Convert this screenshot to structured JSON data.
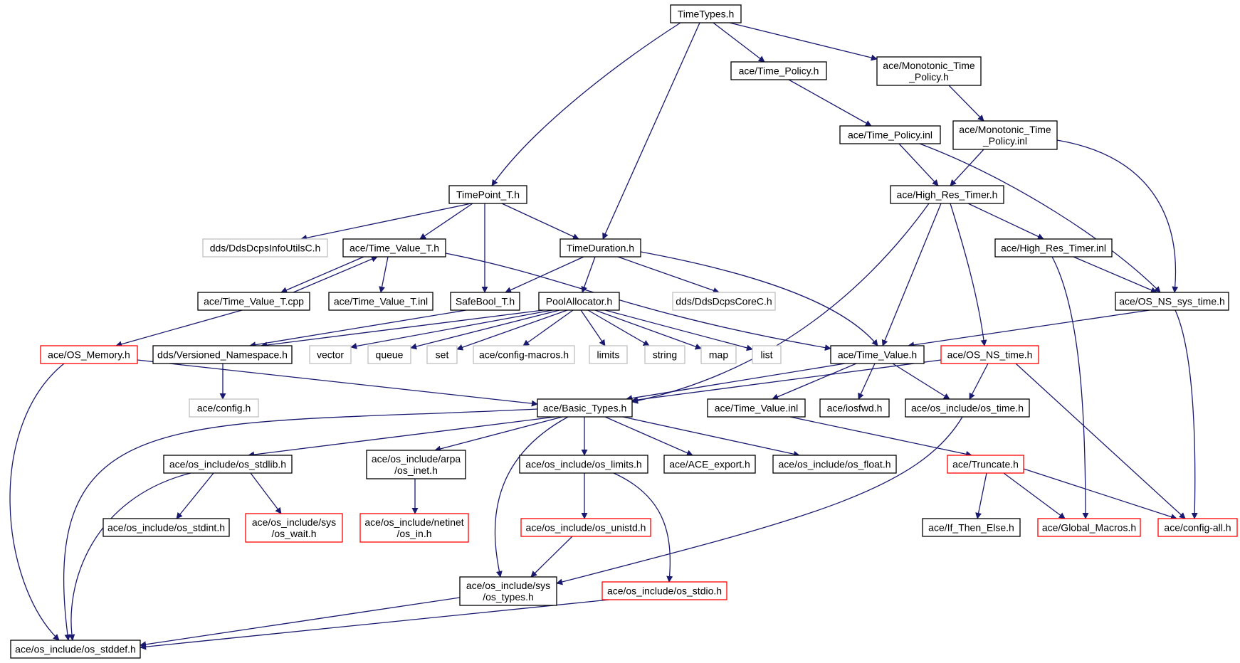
{
  "colors": {
    "edge": "#191970",
    "border_normal": "#000000",
    "border_truncated": "#ff0000",
    "border_external": "#bfbfbf",
    "root_fill": "#bfbfbf",
    "background": "#ffffff"
  },
  "graph": {
    "root": "TimeTypes.h",
    "nodes": [
      {
        "id": "TimeTypes.h",
        "lines": [
          "TimeTypes.h"
        ],
        "kind": "root"
      },
      {
        "id": "ace/Time_Policy.h",
        "lines": [
          "ace/Time_Policy.h"
        ],
        "kind": "normal"
      },
      {
        "id": "ace/Monotonic_Time_Policy.h",
        "lines": [
          "ace/Monotonic_Time",
          "_Policy.h"
        ],
        "kind": "normal"
      },
      {
        "id": "ace/Time_Policy.inl",
        "lines": [
          "ace/Time_Policy.inl"
        ],
        "kind": "normal"
      },
      {
        "id": "ace/Monotonic_Time_Policy.inl",
        "lines": [
          "ace/Monotonic_Time",
          "_Policy.inl"
        ],
        "kind": "normal"
      },
      {
        "id": "TimePoint_T.h",
        "lines": [
          "TimePoint_T.h"
        ],
        "kind": "normal"
      },
      {
        "id": "ace/High_Res_Timer.h",
        "lines": [
          "ace/High_Res_Timer.h"
        ],
        "kind": "normal"
      },
      {
        "id": "dds/DdsDcpsInfoUtilsC.h",
        "lines": [
          "dds/DdsDcpsInfoUtilsC.h"
        ],
        "kind": "external"
      },
      {
        "id": "ace/Time_Value_T.h",
        "lines": [
          "ace/Time_Value_T.h"
        ],
        "kind": "normal"
      },
      {
        "id": "TimeDuration.h",
        "lines": [
          "TimeDuration.h"
        ],
        "kind": "normal"
      },
      {
        "id": "ace/High_Res_Timer.inl",
        "lines": [
          "ace/High_Res_Timer.inl"
        ],
        "kind": "normal"
      },
      {
        "id": "ace/Time_Value_T.cpp",
        "lines": [
          "ace/Time_Value_T.cpp"
        ],
        "kind": "normal"
      },
      {
        "id": "ace/Time_Value_T.inl",
        "lines": [
          "ace/Time_Value_T.inl"
        ],
        "kind": "normal"
      },
      {
        "id": "SafeBool_T.h",
        "lines": [
          "SafeBool_T.h"
        ],
        "kind": "normal"
      },
      {
        "id": "PoolAllocator.h",
        "lines": [
          "PoolAllocator.h"
        ],
        "kind": "normal"
      },
      {
        "id": "dds/DdsDcpsCoreC.h",
        "lines": [
          "dds/DdsDcpsCoreC.h"
        ],
        "kind": "external"
      },
      {
        "id": "ace/OS_NS_sys_time.h",
        "lines": [
          "ace/OS_NS_sys_time.h"
        ],
        "kind": "normal"
      },
      {
        "id": "ace/OS_Memory.h",
        "lines": [
          "ace/OS_Memory.h"
        ],
        "kind": "truncated"
      },
      {
        "id": "dds/Versioned_Namespace.h",
        "lines": [
          "dds/Versioned_Namespace.h"
        ],
        "kind": "normal"
      },
      {
        "id": "vector",
        "lines": [
          "vector"
        ],
        "kind": "external"
      },
      {
        "id": "queue",
        "lines": [
          "queue"
        ],
        "kind": "external"
      },
      {
        "id": "set",
        "lines": [
          "set"
        ],
        "kind": "external"
      },
      {
        "id": "ace/config-macros.h",
        "lines": [
          "ace/config-macros.h"
        ],
        "kind": "external"
      },
      {
        "id": "limits",
        "lines": [
          "limits"
        ],
        "kind": "external"
      },
      {
        "id": "string",
        "lines": [
          "string"
        ],
        "kind": "external"
      },
      {
        "id": "map",
        "lines": [
          "map"
        ],
        "kind": "external"
      },
      {
        "id": "list",
        "lines": [
          "list"
        ],
        "kind": "external"
      },
      {
        "id": "ace/Time_Value.h",
        "lines": [
          "ace/Time_Value.h"
        ],
        "kind": "normal"
      },
      {
        "id": "ace/OS_NS_time.h",
        "lines": [
          "ace/OS_NS_time.h"
        ],
        "kind": "truncated"
      },
      {
        "id": "ace/config.h",
        "lines": [
          "ace/config.h"
        ],
        "kind": "external"
      },
      {
        "id": "ace/Basic_Types.h",
        "lines": [
          "ace/Basic_Types.h"
        ],
        "kind": "normal"
      },
      {
        "id": "ace/Time_Value.inl",
        "lines": [
          "ace/Time_Value.inl"
        ],
        "kind": "normal"
      },
      {
        "id": "ace/iosfwd.h",
        "lines": [
          "ace/iosfwd.h"
        ],
        "kind": "normal"
      },
      {
        "id": "ace/os_include/os_time.h",
        "lines": [
          "ace/os_include/os_time.h"
        ],
        "kind": "normal"
      },
      {
        "id": "ace/os_include/os_stdlib.h",
        "lines": [
          "ace/os_include/os_stdlib.h"
        ],
        "kind": "normal"
      },
      {
        "id": "ace/os_include/arpa/os_inet.h",
        "lines": [
          "ace/os_include/arpa",
          "/os_inet.h"
        ],
        "kind": "normal"
      },
      {
        "id": "ace/os_include/os_limits.h",
        "lines": [
          "ace/os_include/os_limits.h"
        ],
        "kind": "normal"
      },
      {
        "id": "ace/ACE_export.h",
        "lines": [
          "ace/ACE_export.h"
        ],
        "kind": "normal"
      },
      {
        "id": "ace/os_include/os_float.h",
        "lines": [
          "ace/os_include/os_float.h"
        ],
        "kind": "normal"
      },
      {
        "id": "ace/Truncate.h",
        "lines": [
          "ace/Truncate.h"
        ],
        "kind": "truncated"
      },
      {
        "id": "ace/os_include/os_stdint.h",
        "lines": [
          "ace/os_include/os_stdint.h"
        ],
        "kind": "normal"
      },
      {
        "id": "ace/os_include/sys/os_wait.h",
        "lines": [
          "ace/os_include/sys",
          "/os_wait.h"
        ],
        "kind": "truncated"
      },
      {
        "id": "ace/os_include/netinet/os_in.h",
        "lines": [
          "ace/os_include/netinet",
          "/os_in.h"
        ],
        "kind": "truncated"
      },
      {
        "id": "ace/os_include/os_unistd.h",
        "lines": [
          "ace/os_include/os_unistd.h"
        ],
        "kind": "truncated"
      },
      {
        "id": "ace/If_Then_Else.h",
        "lines": [
          "ace/If_Then_Else.h"
        ],
        "kind": "normal"
      },
      {
        "id": "ace/Global_Macros.h",
        "lines": [
          "ace/Global_Macros.h"
        ],
        "kind": "truncated"
      },
      {
        "id": "ace/config-all.h",
        "lines": [
          "ace/config-all.h"
        ],
        "kind": "truncated"
      },
      {
        "id": "ace/os_include/sys/os_types.h",
        "lines": [
          "ace/os_include/sys",
          "/os_types.h"
        ],
        "kind": "normal"
      },
      {
        "id": "ace/os_include/os_stdio.h",
        "lines": [
          "ace/os_include/os_stdio.h"
        ],
        "kind": "truncated"
      },
      {
        "id": "ace/os_include/os_stddef.h",
        "lines": [
          "ace/os_include/os_stddef.h"
        ],
        "kind": "normal"
      }
    ],
    "edges": [
      [
        "TimeTypes.h",
        "TimePoint_T.h"
      ],
      [
        "TimeTypes.h",
        "TimeDuration.h"
      ],
      [
        "TimeTypes.h",
        "ace/Time_Policy.h"
      ],
      [
        "TimeTypes.h",
        "ace/Monotonic_Time_Policy.h"
      ],
      [
        "ace/Time_Policy.h",
        "ace/Time_Policy.inl"
      ],
      [
        "ace/Monotonic_Time_Policy.h",
        "ace/Monotonic_Time_Policy.inl"
      ],
      [
        "ace/Time_Policy.inl",
        "ace/High_Res_Timer.h"
      ],
      [
        "ace/Time_Policy.inl",
        "ace/OS_NS_sys_time.h"
      ],
      [
        "ace/Monotonic_Time_Policy.inl",
        "ace/High_Res_Timer.h"
      ],
      [
        "ace/Monotonic_Time_Policy.inl",
        "ace/OS_NS_sys_time.h"
      ],
      [
        "TimePoint_T.h",
        "dds/DdsDcpsInfoUtilsC.h"
      ],
      [
        "TimePoint_T.h",
        "ace/Time_Value_T.h"
      ],
      [
        "TimePoint_T.h",
        "SafeBool_T.h"
      ],
      [
        "TimePoint_T.h",
        "TimeDuration.h"
      ],
      [
        "ace/Time_Value_T.h",
        "ace/Time_Value_T.cpp"
      ],
      [
        "ace/Time_Value_T.cpp",
        "ace/Time_Value_T.h"
      ],
      [
        "ace/Time_Value_T.h",
        "ace/Time_Value_T.inl"
      ],
      [
        "ace/Time_Value_T.h",
        "ace/Time_Value.h"
      ],
      [
        "ace/Time_Value_T.cpp",
        "ace/OS_Memory.h"
      ],
      [
        "TimeDuration.h",
        "SafeBool_T.h"
      ],
      [
        "TimeDuration.h",
        "PoolAllocator.h"
      ],
      [
        "TimeDuration.h",
        "dds/DdsDcpsCoreC.h"
      ],
      [
        "TimeDuration.h",
        "ace/Time_Value.h"
      ],
      [
        "SafeBool_T.h",
        "dds/Versioned_Namespace.h"
      ],
      [
        "PoolAllocator.h",
        "dds/Versioned_Namespace.h"
      ],
      [
        "PoolAllocator.h",
        "vector"
      ],
      [
        "PoolAllocator.h",
        "queue"
      ],
      [
        "PoolAllocator.h",
        "set"
      ],
      [
        "PoolAllocator.h",
        "ace/config-macros.h"
      ],
      [
        "PoolAllocator.h",
        "limits"
      ],
      [
        "PoolAllocator.h",
        "string"
      ],
      [
        "PoolAllocator.h",
        "map"
      ],
      [
        "PoolAllocator.h",
        "list"
      ],
      [
        "dds/Versioned_Namespace.h",
        "ace/config.h"
      ],
      [
        "ace/High_Res_Timer.h",
        "ace/Basic_Types.h"
      ],
      [
        "ace/High_Res_Timer.h",
        "ace/Time_Value.h"
      ],
      [
        "ace/High_Res_Timer.h",
        "ace/OS_NS_time.h"
      ],
      [
        "ace/High_Res_Timer.h",
        "ace/High_Res_Timer.inl"
      ],
      [
        "ace/High_Res_Timer.inl",
        "ace/OS_NS_sys_time.h"
      ],
      [
        "ace/High_Res_Timer.inl",
        "ace/Global_Macros.h"
      ],
      [
        "ace/OS_NS_sys_time.h",
        "ace/Time_Value.h"
      ],
      [
        "ace/OS_NS_sys_time.h",
        "ace/config-all.h"
      ],
      [
        "ace/OS_Memory.h",
        "ace/Basic_Types.h"
      ],
      [
        "ace/OS_Memory.h",
        "ace/os_include/os_stddef.h"
      ],
      [
        "ace/Time_Value.h",
        "ace/Basic_Types.h"
      ],
      [
        "ace/Time_Value.h",
        "ace/Time_Value.inl"
      ],
      [
        "ace/Time_Value.h",
        "ace/iosfwd.h"
      ],
      [
        "ace/Time_Value.h",
        "ace/os_include/os_time.h"
      ],
      [
        "ace/OS_NS_time.h",
        "ace/Basic_Types.h"
      ],
      [
        "ace/OS_NS_time.h",
        "ace/os_include/os_time.h"
      ],
      [
        "ace/OS_NS_time.h",
        "ace/config-all.h"
      ],
      [
        "ace/Basic_Types.h",
        "ace/os_include/os_stddef.h"
      ],
      [
        "ace/Basic_Types.h",
        "ace/os_include/os_stdlib.h"
      ],
      [
        "ace/Basic_Types.h",
        "ace/os_include/arpa/os_inet.h"
      ],
      [
        "ace/Basic_Types.h",
        "ace/os_include/sys/os_types.h"
      ],
      [
        "ace/Basic_Types.h",
        "ace/os_include/os_limits.h"
      ],
      [
        "ace/Basic_Types.h",
        "ace/ACE_export.h"
      ],
      [
        "ace/Basic_Types.h",
        "ace/os_include/os_float.h"
      ],
      [
        "ace/Time_Value.inl",
        "ace/Truncate.h"
      ],
      [
        "ace/os_include/os_time.h",
        "ace/os_include/sys/os_types.h"
      ],
      [
        "ace/os_include/os_stdlib.h",
        "ace/os_include/os_stddef.h"
      ],
      [
        "ace/os_include/os_stdlib.h",
        "ace/os_include/os_stdint.h"
      ],
      [
        "ace/os_include/os_stdlib.h",
        "ace/os_include/sys/os_wait.h"
      ],
      [
        "ace/os_include/arpa/os_inet.h",
        "ace/os_include/netinet/os_in.h"
      ],
      [
        "ace/os_include/os_limits.h",
        "ace/os_include/os_unistd.h"
      ],
      [
        "ace/os_include/os_limits.h",
        "ace/os_include/os_stdio.h"
      ],
      [
        "ace/os_include/os_unistd.h",
        "ace/os_include/sys/os_types.h"
      ],
      [
        "ace/Truncate.h",
        "ace/If_Then_Else.h"
      ],
      [
        "ace/Truncate.h",
        "ace/Global_Macros.h"
      ],
      [
        "ace/Truncate.h",
        "ace/config-all.h"
      ],
      [
        "ace/os_include/sys/os_types.h",
        "ace/os_include/os_stddef.h"
      ],
      [
        "ace/os_include/os_stdio.h",
        "ace/os_include/os_stddef.h"
      ]
    ]
  }
}
